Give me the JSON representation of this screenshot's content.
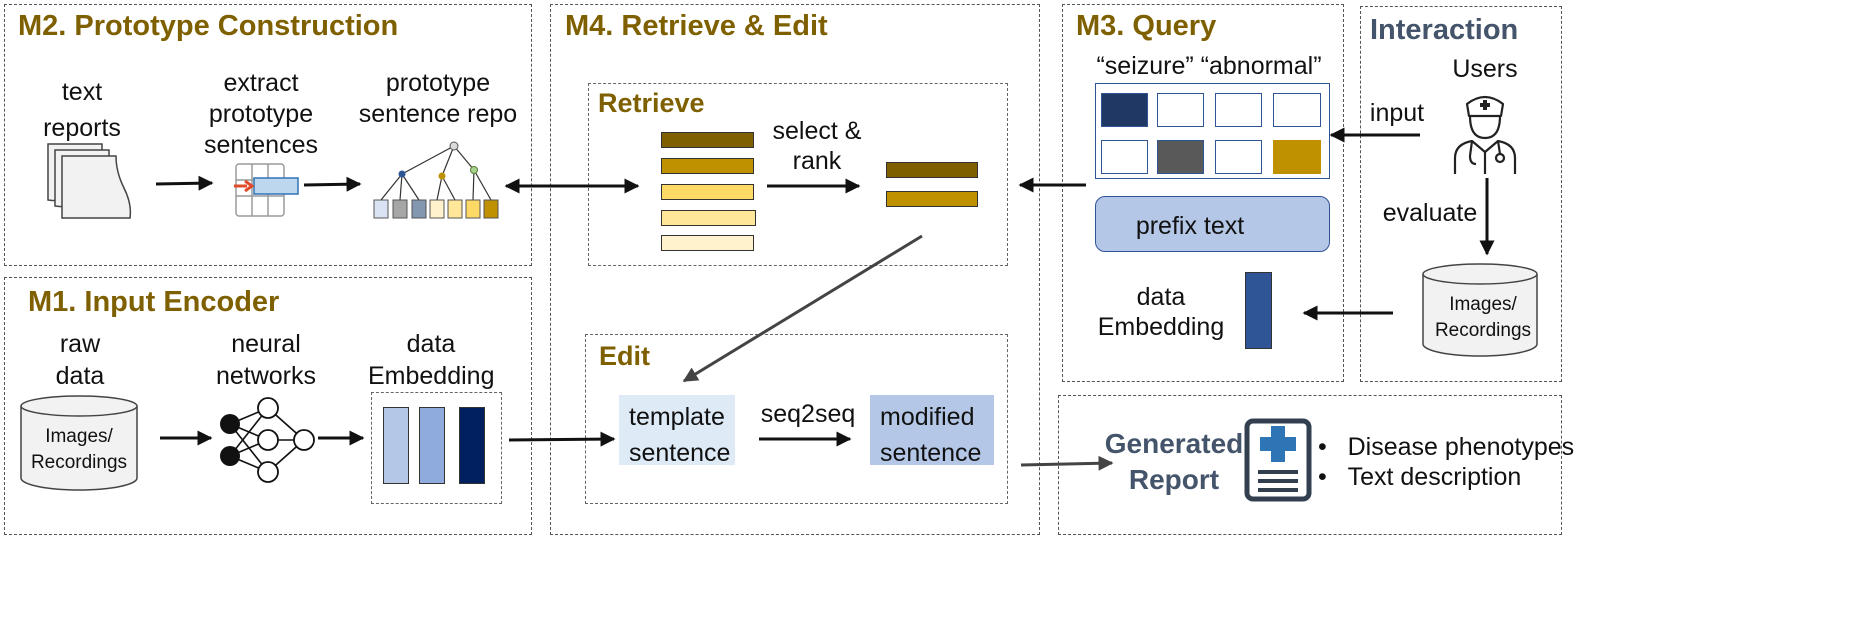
{
  "colors": {
    "title_gold": "#7f6000",
    "interaction_blue": "#44546a",
    "prefix_fill": "#b4c7e7",
    "template_fill": "#deebf7",
    "modified_fill": "#b4c7e7",
    "embed_light": "#b4c7e7",
    "embed_mid": "#8faadc",
    "embed_dark": "#002060",
    "query_navy": "#203864",
    "query_gray": "#595959",
    "query_gold": "#bf9000",
    "bar_dark": "#7f6000",
    "bar_gold": "#bf9000",
    "bar_mid": "#ffd966",
    "bar_light": "#ffe699",
    "bar_pale": "#fff2cc"
  },
  "m2": {
    "title": "M2. Prototype Construction",
    "text_reports_line1": "text",
    "text_reports_line2": "reports",
    "extract_line1": "extract",
    "extract_line2": "prototype",
    "extract_line3": "sentences",
    "repo_line1": "prototype",
    "repo_line2": "sentence repo"
  },
  "m1": {
    "title": "M1. Input Encoder",
    "raw_line1": "raw",
    "raw_line2": "data",
    "cyl_line1": "Images/",
    "cyl_line2": "Recordings",
    "nn_line1": "neural",
    "nn_line2": "networks",
    "emb_line1": "data",
    "emb_line2": "Embedding"
  },
  "m4": {
    "title": "M4. Retrieve & Edit",
    "retrieve_title": "Retrieve",
    "select_line1": "select &",
    "select_line2": "rank",
    "edit_title": "Edit",
    "template_line1": "template",
    "template_line2": "sentence",
    "seq2seq": "seq2seq",
    "modified_line1": "modified",
    "modified_line2": "sentence"
  },
  "m3": {
    "title": "M3. Query",
    "keywords": "“seizure” “abnormal”",
    "prefix": "prefix text",
    "emb_line1": "data",
    "emb_line2": "Embedding"
  },
  "interaction": {
    "title": "Interaction",
    "users": "Users",
    "input": "input",
    "evaluate": "evaluate",
    "cyl_line1": "Images/",
    "cyl_line2": "Recordings"
  },
  "report": {
    "title_line1": "Generated",
    "title_line2": "Report",
    "bullets": [
      "Disease phenotypes",
      "Text description"
    ]
  },
  "icons": {
    "document": "document-stack-icon",
    "extract": "table-extract-icon",
    "tree": "tree-icon",
    "network": "neural-network-icon",
    "user": "doctor-icon",
    "report": "medical-report-icon"
  }
}
